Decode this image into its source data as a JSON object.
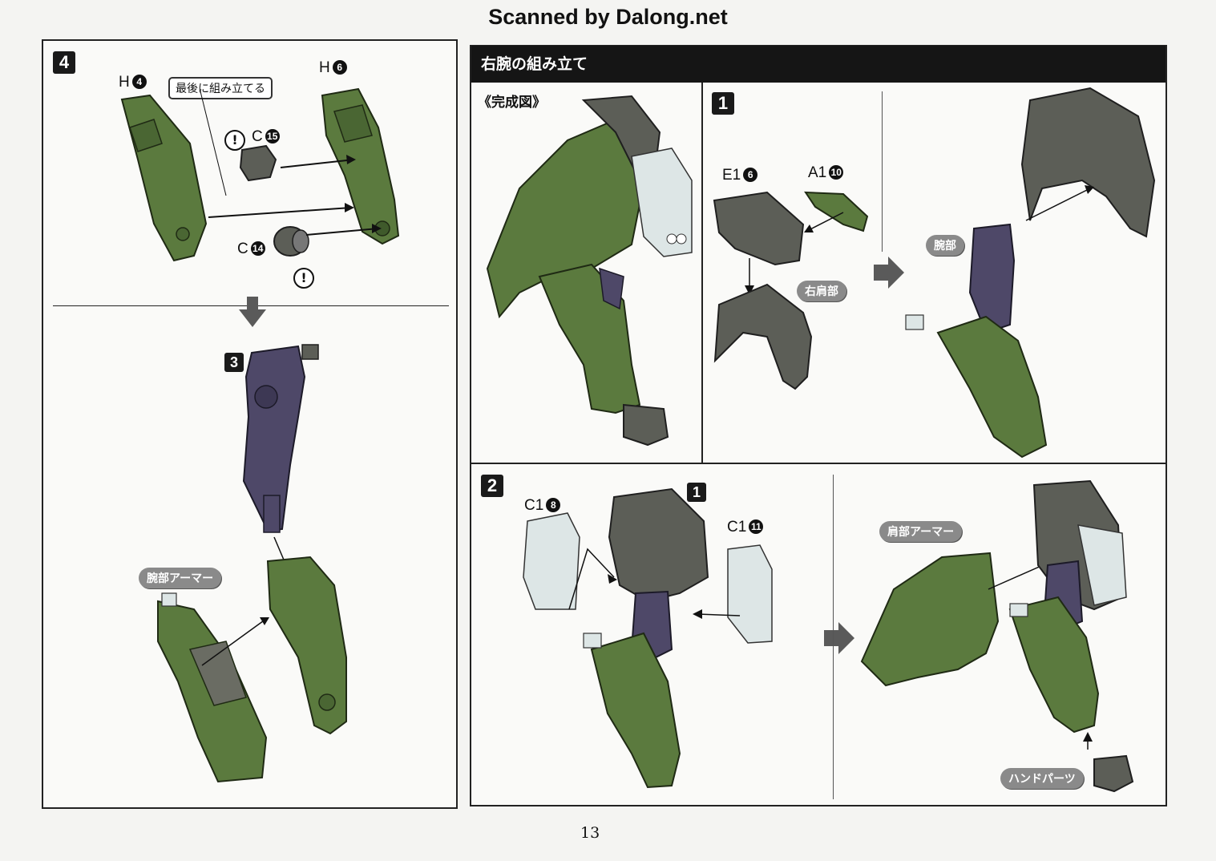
{
  "header": {
    "text": "Scanned by Dalong.net"
  },
  "left_panel": {
    "step": "4",
    "labels": {
      "h4": {
        "letter": "H",
        "num": "4"
      },
      "h6": {
        "letter": "H",
        "num": "6"
      },
      "c15": {
        "letter": "C",
        "num": "15"
      },
      "c14": {
        "letter": "C",
        "num": "14"
      }
    },
    "note": "最後に組み立てる",
    "warning_symbol": "!",
    "sub_step": "3",
    "arm_armor_label": "腕部アーマー"
  },
  "right_panel": {
    "title": "右腕の組み立て",
    "completed_label": "《完成図》",
    "step1": {
      "badge": "1",
      "e1": {
        "letter": "E1",
        "num": "6"
      },
      "a1": {
        "letter": "A1",
        "num": "10"
      },
      "shoulder_label": "右肩部",
      "arm_label": "腕部"
    },
    "step2": {
      "badge": "2",
      "ref_badge": "1",
      "c1_8": {
        "letter": "C1",
        "num": "8"
      },
      "c1_11": {
        "letter": "C1",
        "num": "11"
      },
      "shoulder_armor_label": "肩部アーマー",
      "hand_parts_label": "ハンドパーツ"
    }
  },
  "footer": {
    "page_number": "13"
  },
  "colors": {
    "armor_green": "#5b7a3e",
    "frame_purple": "#4e4868",
    "frame_gray": "#5c5e57",
    "clear_part": "#dde6e6",
    "dark_bar": "#151515"
  }
}
